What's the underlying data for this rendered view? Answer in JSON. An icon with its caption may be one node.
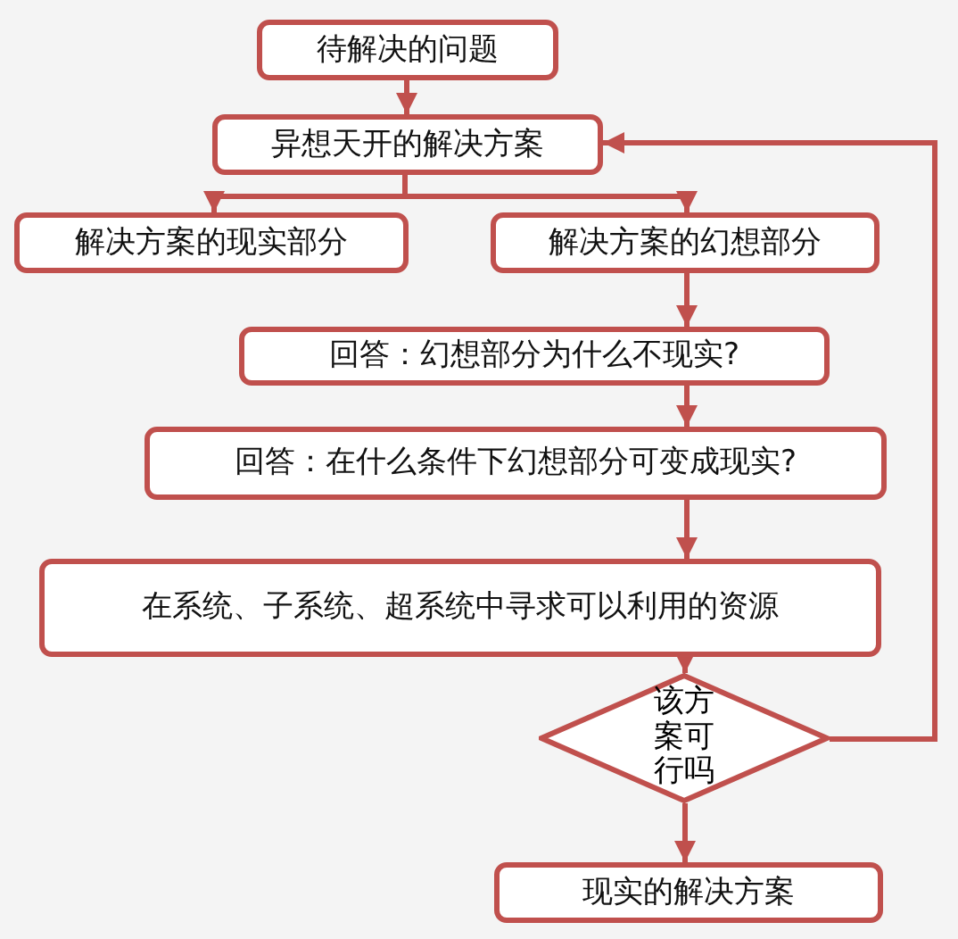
{
  "diagram": {
    "nodes": [
      {
        "text": [
          "待解决的问题"
        ]
      },
      {
        "text": [
          "异想天开的解决方案"
        ]
      },
      {
        "text": [
          "解决方案的现实部分"
        ]
      },
      {
        "text": [
          "解决方案的幻想部分"
        ]
      },
      {
        "text": [
          "回答：幻想部分为什么不现实?"
        ]
      },
      {
        "text": [
          "回答：在什么条件下幻想部分可变成现实?"
        ]
      },
      {
        "text": [
          "在系统、子系统、超系统中寻求可以利用的资源"
        ]
      },
      {
        "text": [
          "该方案可行吗"
        ]
      },
      {
        "text": [
          "现实的解决方案"
        ]
      }
    ],
    "edges": [
      {
        "from": 0,
        "to": 1,
        "arrow": "to"
      },
      {
        "from": 1,
        "to": 2,
        "arrow": "to"
      },
      {
        "from": 1,
        "to": 3,
        "arrow": "to"
      },
      {
        "from": 3,
        "to": 4,
        "arrow": "to"
      },
      {
        "from": 4,
        "to": 5,
        "arrow": "to"
      },
      {
        "from": 5,
        "to": 6,
        "arrow": "to"
      },
      {
        "from": 6,
        "to": 7,
        "arrow": "to"
      },
      {
        "from": 7,
        "to": 8,
        "arrow": "to"
      },
      {
        "from": 7,
        "to": 1,
        "arrow": "to"
      }
    ]
  }
}
